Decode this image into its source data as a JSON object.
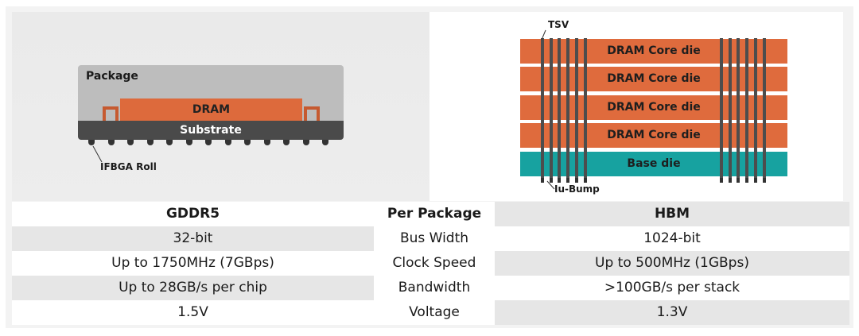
{
  "gddr5_diagram": {
    "package_label": "Package",
    "dram_label": "DRAM",
    "substrate_label": "Substrate",
    "ball_label": "IFBGA Roll"
  },
  "hbm_diagram": {
    "tsv_label": "TSV",
    "core_dies": [
      "DRAM Core die",
      "DRAM Core die",
      "DRAM Core die",
      "DRAM Core die"
    ],
    "base_die_label": "Base die",
    "bump_label": "Iu-Bump"
  },
  "colors": {
    "dram": "#dd6a3c",
    "base_die": "#17a2a0",
    "substrate": "#4a4a4a"
  },
  "table": {
    "headers": [
      "GDDR5",
      "Per Package",
      "HBM"
    ],
    "rows": [
      [
        "32-bit",
        "Bus Width",
        "1024-bit"
      ],
      [
        "Up to 1750MHz (7GBps)",
        "Clock Speed",
        "Up to 500MHz (1GBps)"
      ],
      [
        "Up to 28GB/s per chip",
        "Bandwidth",
        ">100GB/s per stack"
      ],
      [
        "1.5V",
        "Voltage",
        "1.3V"
      ]
    ]
  }
}
